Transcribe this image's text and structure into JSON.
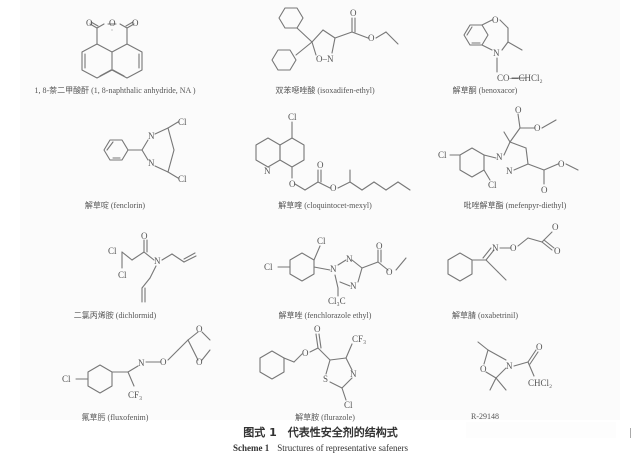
{
  "figure": {
    "title_cn": "图式 1　代表性安全剂的结构式",
    "title_en_label": "Scheme 1",
    "title_en_text": "Structures of representative safeners"
  },
  "compounds": [
    {
      "label": "1, 8-萘二甲酸酐 (1, 8-naphthalic anhydride, NA )",
      "atoms": {
        "o1": "O",
        "o2": "O",
        "o3": "O"
      }
    },
    {
      "label": "双苯噁唑酸 (isoxadifen-ethyl)",
      "atoms": {
        "o1": "O",
        "o2": "O",
        "ring": "O–N"
      }
    },
    {
      "label": "解草酮 (benoxacor)",
      "atoms": {
        "o": "O",
        "n": "N",
        "acyl": "CO—CHCl₂"
      }
    },
    {
      "label": "解草啶 (fenclorin)",
      "atoms": {
        "n1": "N",
        "n2": "N",
        "cl1": "Cl",
        "cl2": "Cl"
      }
    },
    {
      "label": "解草喹 (cloquintocet-mexyl)",
      "atoms": {
        "cl": "Cl",
        "n": "N",
        "o1": "O",
        "o2": "O",
        "o3": "O"
      }
    },
    {
      "label": "吡唑解草酯 (mefenpyr-diethyl)",
      "atoms": {
        "cl1": "Cl",
        "cl2": "Cl",
        "n1": "N",
        "n2": "N",
        "o1": "O",
        "o2": "O",
        "o3": "O",
        "o4": "O"
      }
    },
    {
      "label": "二氯丙烯胺 (dichlormid)",
      "atoms": {
        "cl1": "Cl",
        "cl2": "Cl",
        "o": "O",
        "n": "N"
      }
    },
    {
      "label": "解草唑 (fenchlorazole ethyl)",
      "atoms": {
        "cl1": "Cl",
        "cl2": "Cl",
        "n1": "N",
        "n2": "N",
        "n3": "N",
        "o1": "O",
        "o2": "O",
        "ccl3": "Cl₃C"
      }
    },
    {
      "label": "解草腈 (oxabetrinil)",
      "atoms": {
        "n": "N",
        "o1": "O",
        "o2": "O",
        "o3": "O"
      }
    },
    {
      "label": "氟草肟 (fluxofenim)",
      "atoms": {
        "cl": "Cl",
        "n": "N",
        "o1": "O",
        "o2": "O",
        "o3": "O",
        "cf3": "CF₃"
      }
    },
    {
      "label": "解草胺 (flurazole)",
      "atoms": {
        "o1": "O",
        "o2": "O",
        "cf3": "CF₃",
        "n": "N",
        "s": "S",
        "cl": "Cl"
      }
    },
    {
      "label": "R-29148",
      "atoms": {
        "o1": "O",
        "n": "N",
        "o2": "O",
        "chcl2": "CHCl₂"
      }
    }
  ]
}
